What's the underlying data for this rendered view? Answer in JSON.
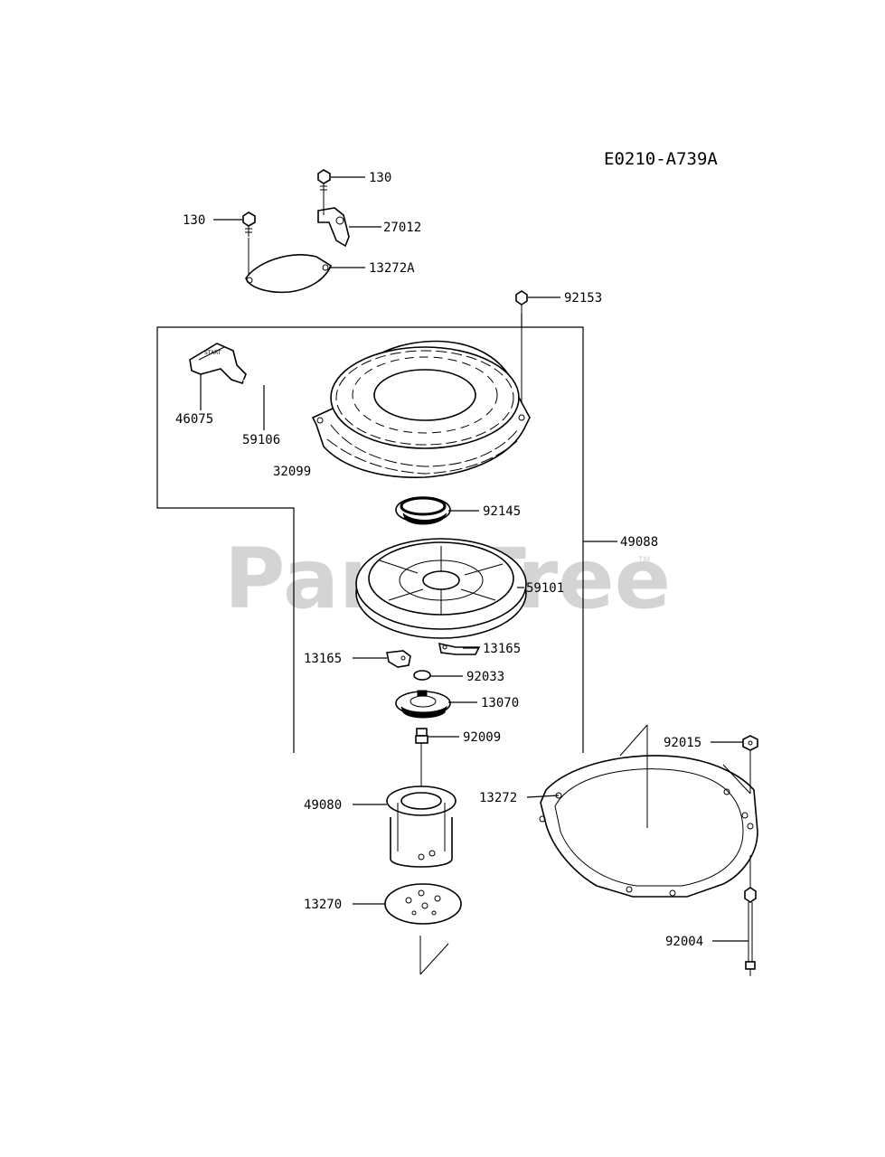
{
  "diagram": {
    "code": "E0210-A739A",
    "watermark": {
      "text": "PartsTree",
      "trademark": "TM"
    },
    "parts": [
      {
        "id": "130-top",
        "label": "130"
      },
      {
        "id": "130-left",
        "label": "130"
      },
      {
        "id": "27012",
        "label": "27012"
      },
      {
        "id": "13272A",
        "label": "13272A"
      },
      {
        "id": "92153",
        "label": "92153"
      },
      {
        "id": "46075",
        "label": "46075"
      },
      {
        "id": "59106",
        "label": "59106"
      },
      {
        "id": "32099",
        "label": "32099"
      },
      {
        "id": "92145",
        "label": "92145"
      },
      {
        "id": "49088",
        "label": "49088"
      },
      {
        "id": "59101",
        "label": "59101"
      },
      {
        "id": "13165-left",
        "label": "13165"
      },
      {
        "id": "13165-right",
        "label": "13165"
      },
      {
        "id": "92033",
        "label": "92033"
      },
      {
        "id": "13070",
        "label": "13070"
      },
      {
        "id": "92009",
        "label": "92009"
      },
      {
        "id": "92015",
        "label": "92015"
      },
      {
        "id": "49080",
        "label": "49080"
      },
      {
        "id": "13272",
        "label": "13272"
      },
      {
        "id": "13270",
        "label": "13270"
      },
      {
        "id": "92004",
        "label": "92004"
      }
    ]
  }
}
